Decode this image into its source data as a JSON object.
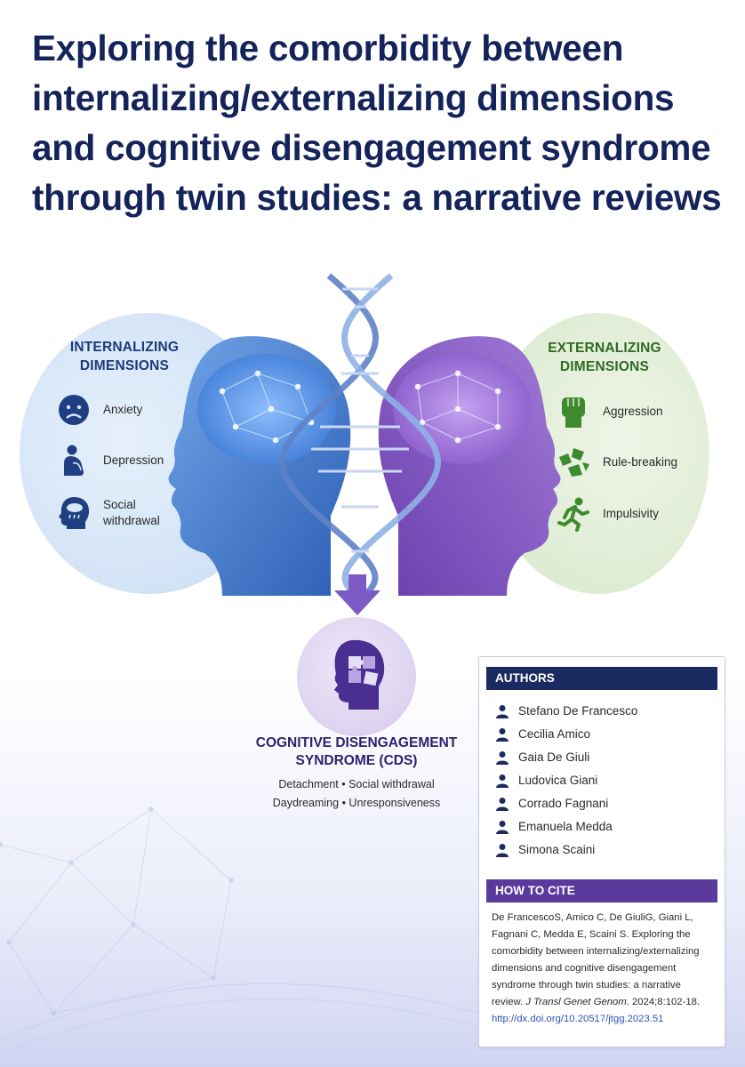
{
  "title_lines": [
    "Exploring the comorbidity between",
    "internalizing/externalizing  dimensions",
    "and cognitive disengagement syndrome",
    "through twin studies: a narrative reviews"
  ],
  "internalizing": {
    "title_lines": [
      "INTERNALIZING",
      "DIMENSIONS"
    ],
    "items": [
      {
        "label_lines": [
          "Anxiety"
        ],
        "icon": "sad-face-icon"
      },
      {
        "label_lines": [
          "Depression"
        ],
        "icon": "sitting-person-icon"
      },
      {
        "label_lines": [
          "Social",
          "withdrawal"
        ],
        "icon": "head-raincloud-icon"
      }
    ],
    "color": "#1d3a7a"
  },
  "externalizing": {
    "title_lines": [
      "EXTERNALIZING",
      "DIMENSIONS"
    ],
    "items": [
      {
        "label_lines": [
          "Aggression"
        ],
        "icon": "fist-icon"
      },
      {
        "label_lines": [
          "Rule-breaking"
        ],
        "icon": "broken-shapes-icon"
      },
      {
        "label_lines": [
          "Impulsivity"
        ],
        "icon": "running-person-icon"
      }
    ],
    "color": "#2f6b22"
  },
  "cds": {
    "title_lines": [
      "COGNITIVE DISENGAGEMENT",
      "SYNDROME (CDS)"
    ],
    "desc_lines": [
      "Detachment  •  Social withdrawal",
      "Daydreaming  •  Unresponsiveness"
    ],
    "icon": "puzzle-head-icon"
  },
  "authors": {
    "heading": "AUTHORS",
    "names": [
      "Stefano De Francesco",
      "Cecilia Amico",
      "Gaia De Giuli",
      "Ludovica Giani",
      "Corrado Fagnani",
      "Emanuela Medda",
      "Simona Scaini"
    ]
  },
  "citation": {
    "heading": "HOW TO CITE",
    "lines": [
      "De FrancescoS, Amico C, De GiuliG, Giani L,",
      "Fagnani C, Medda E, Scaini S. Exploring the",
      "comorbidity between internalizing/externalizing",
      "dimensions and cognitive disengagement",
      "syndrome through twin studies: a narrative"
    ],
    "last_prefix": "review. ",
    "journal": "J Transl Genet Genom",
    "last_suffix": ". 2024;8:102-18.",
    "link": "http://dx.doi.org/10.20517/jtgg.2023.51"
  },
  "colors": {
    "navy": "#14235a",
    "blue_head": "#3a6fc4",
    "purple_head": "#7a4bb8",
    "green": "#3f8a2e",
    "purple": "#5b3a9e"
  }
}
